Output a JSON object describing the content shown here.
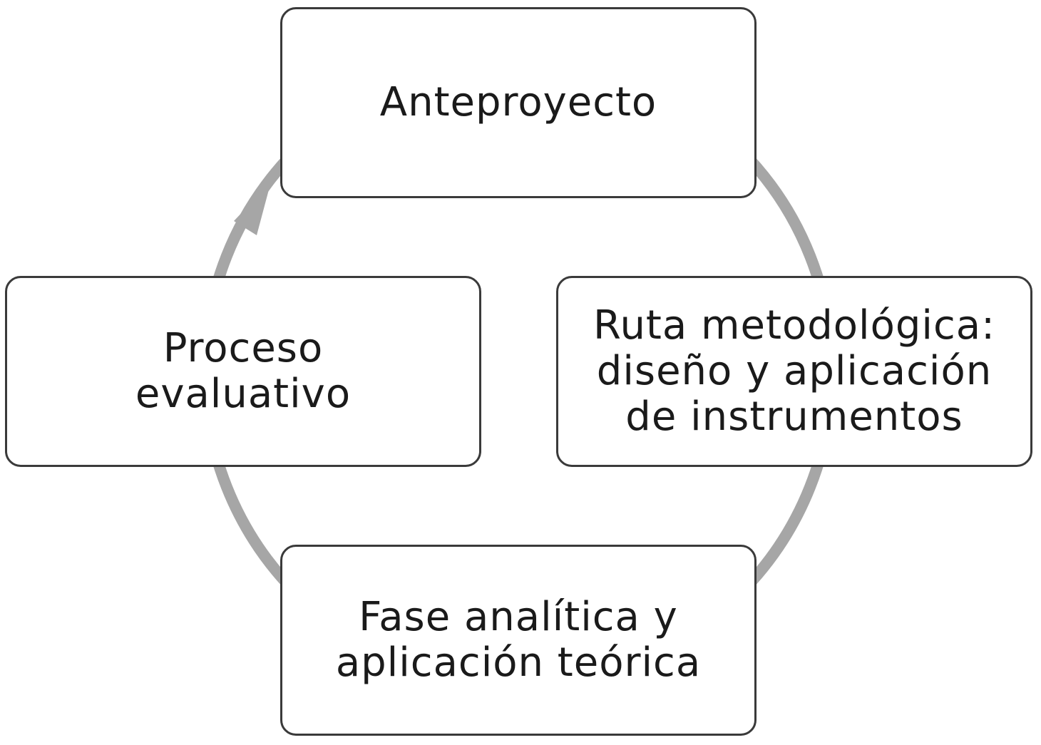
{
  "diagram": {
    "type": "cycle",
    "connector_color": "#a6a6a6",
    "border_color": "#3a3a3a",
    "nodes": [
      {
        "id": "top",
        "label": "Anteproyecto"
      },
      {
        "id": "right",
        "label": "Ruta metodológica:\ndiseño y aplicación\nde instrumentos"
      },
      {
        "id": "bottom",
        "label": "Fase analítica y\naplicación teórica"
      },
      {
        "id": "left",
        "label": "Proceso\nevaluativo"
      }
    ],
    "flow": [
      "top",
      "right",
      "bottom",
      "left",
      "top"
    ]
  }
}
